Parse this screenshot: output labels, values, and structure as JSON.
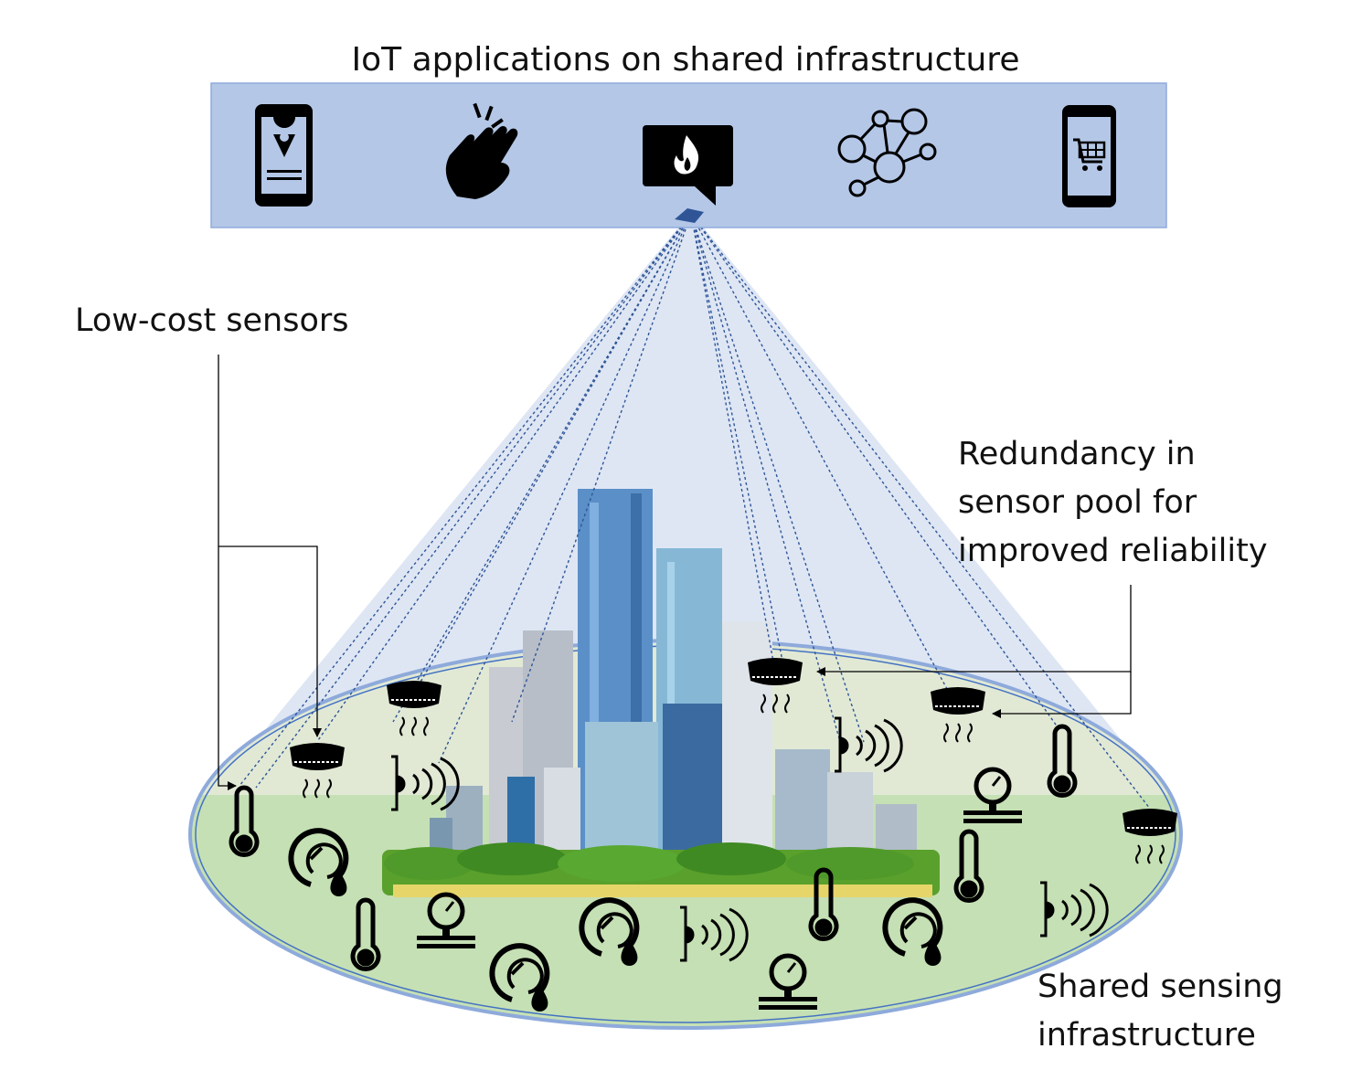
{
  "title": "IoT applications on shared infrastructure",
  "labels": {
    "low_cost": "Low-cost sensors",
    "redundancy": [
      "Redundancy in",
      "sensor pool for",
      "improved reliability"
    ],
    "shared": [
      "Shared sensing",
      "infrastructure"
    ]
  },
  "app_icons": [
    "map-pin-phone-icon",
    "clapping-hands-icon",
    "fire-alert-icon",
    "social-network-icon",
    "shopping-cart-phone-icon"
  ],
  "colors": {
    "app_panel": "#b4c7e7",
    "cone": "#dae3f3",
    "ground": "#c5e0b4",
    "ellipse_border": "#8eaadb",
    "dashed_link": "#2f5597"
  }
}
